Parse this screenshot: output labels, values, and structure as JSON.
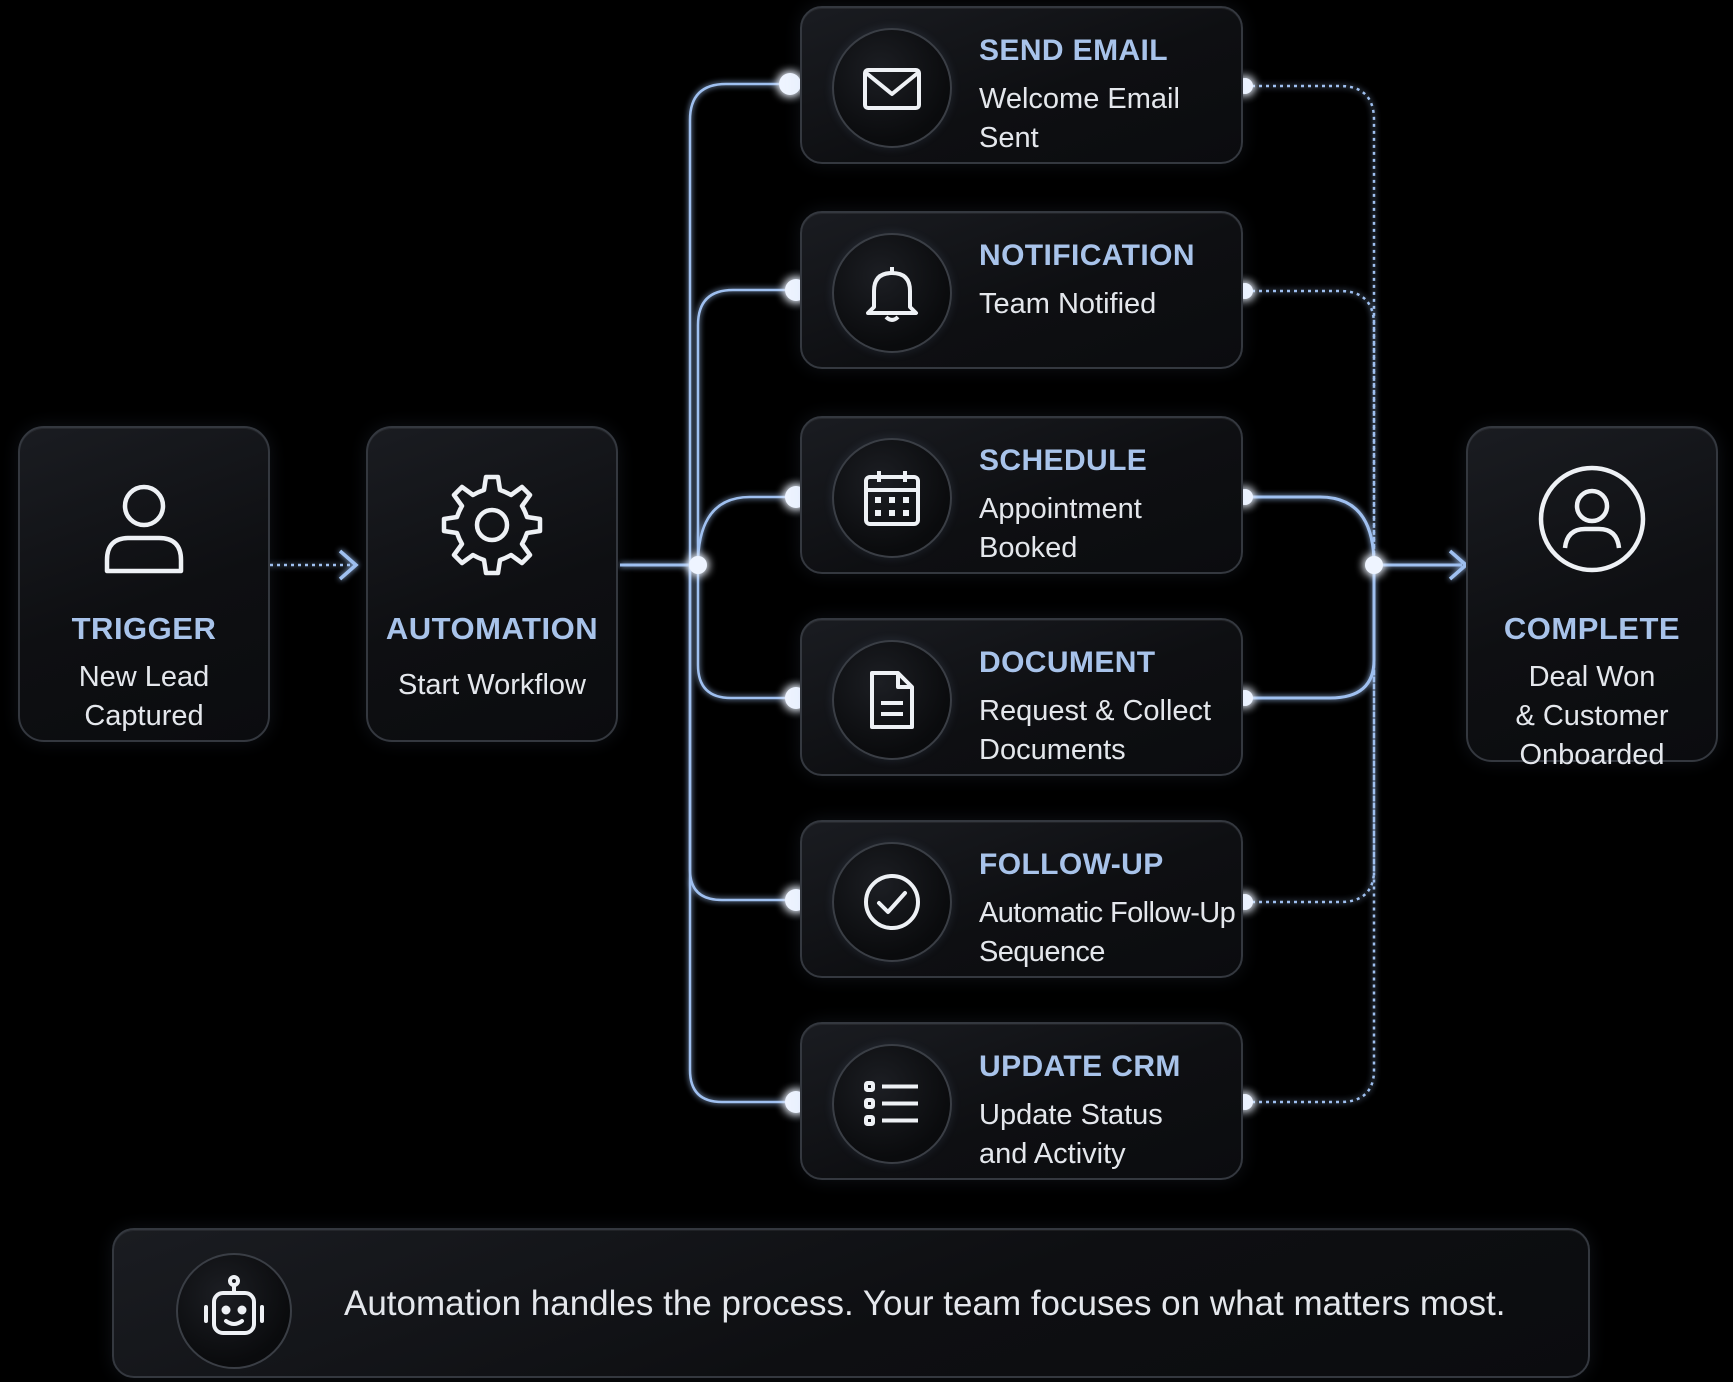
{
  "trigger": {
    "title": "TRIGGER",
    "line1": "New Lead",
    "line2": "Captured",
    "icon": "user-icon"
  },
  "automation": {
    "title": "AUTOMATION",
    "line1": "Start Workflow",
    "icon": "gear-icon"
  },
  "steps": [
    {
      "title": "SEND EMAIL",
      "line1": "Welcome Email",
      "line2": "Sent",
      "icon": "envelope-icon"
    },
    {
      "title": "NOTIFICATION",
      "line1": "Team Notified",
      "line2": "",
      "icon": "bell-icon"
    },
    {
      "title": "SCHEDULE",
      "line1": "Appointment",
      "line2": "Booked",
      "icon": "calendar-icon"
    },
    {
      "title": "DOCUMENT",
      "line1": "Request & Collect",
      "line2": "Documents",
      "icon": "document-icon"
    },
    {
      "title": "FOLLOW-UP",
      "line1": "Automatic Follow-Up",
      "line2": "Sequence",
      "icon": "check-circle-icon"
    },
    {
      "title": "UPDATE CRM",
      "line1": "Update Status",
      "line2": "and Activity",
      "icon": "list-icon"
    }
  ],
  "complete": {
    "title": "COMPLETE",
    "line1": "Deal Won",
    "line2": "& Customer",
    "line3": "Onboarded",
    "icon": "user-circle-icon"
  },
  "footer": {
    "message": "Automation handles the process. Your team focuses on what matters most.",
    "icon": "robot-icon"
  },
  "colors": {
    "accent": "#a8c3ea",
    "wire": "#9fc0f0",
    "background": "#000000"
  }
}
